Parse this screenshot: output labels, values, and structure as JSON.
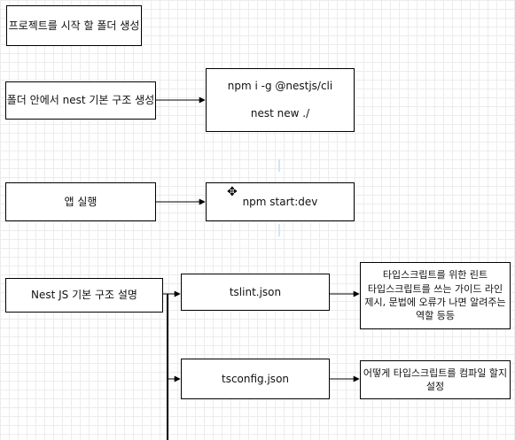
{
  "nodes": {
    "start_project": "프로젝트를 시작 할 폴더 생성",
    "nest_setup": "폴더 안에서 nest 기본 구조 생성",
    "cli_commands": [
      "npm i -g @nestjs/cli",
      "nest new ./"
    ],
    "run_app": "앱 실행",
    "npm_start": "npm start:dev",
    "nest_structure": "Nest JS 기본 구조 설명",
    "tslint": "tslint.json",
    "tslint_desc": [
      "타입스크립트를 위한 린트",
      "타입스크립트를 쓰는 가이드 라인",
      "제시, 문법에 오류가 나면 알려주는",
      "역할 등등"
    ],
    "tsconfig": "tsconfig.json",
    "tsconfig_desc": [
      "어떻게 타입스크립트를 컴파일 할지",
      "설정"
    ]
  },
  "icons": {
    "move": "move-cursor-icon"
  }
}
